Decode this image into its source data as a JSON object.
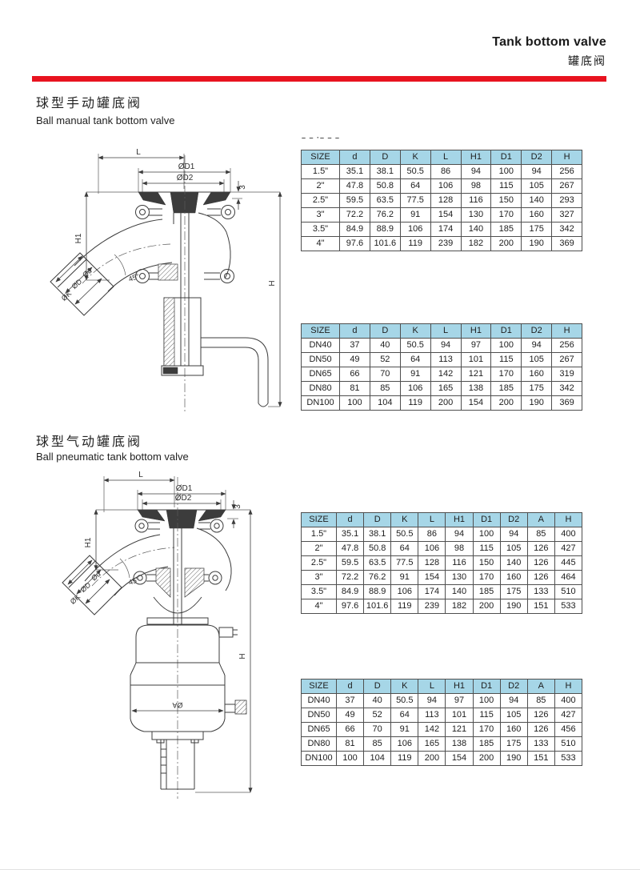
{
  "colors": {
    "accent_red": "#e8131f",
    "table_header_blue": "#a6d6e7",
    "line_gray": "#3c3c3c"
  },
  "header": {
    "title_en": "Tank bottom valve",
    "title_zh": "罐底阀"
  },
  "sections": {
    "manual": {
      "title_zh": "球型手动罐底阀",
      "title_en": "Ball manual tank bottom valve",
      "clipped_text": "– – ·– – –"
    },
    "pneumatic": {
      "title_zh": "球型气动罐底阀",
      "title_en": "Ball pneumatic tank bottom valve"
    }
  },
  "dims": {
    "L": "L",
    "OD1": "ØD1",
    "OD2": "ØD2",
    "t3": "3",
    "H1": "H1",
    "deg45": "45°",
    "Od": "Ød",
    "OD": "ØD",
    "OK": "ØK",
    "H": "H",
    "OA": "ØA"
  },
  "tables": [
    {
      "name": "manual-inch-sizes",
      "columns": [
        "SIZE",
        "d",
        "D",
        "K",
        "L",
        "H1",
        "D1",
        "D2",
        "H"
      ],
      "rows": [
        [
          "1.5\"",
          "35.1",
          "38.1",
          "50.5",
          "86",
          "94",
          "100",
          "94",
          "256"
        ],
        [
          "2\"",
          "47.8",
          "50.8",
          "64",
          "106",
          "98",
          "115",
          "105",
          "267"
        ],
        [
          "2.5\"",
          "59.5",
          "63.5",
          "77.5",
          "128",
          "116",
          "150",
          "140",
          "293"
        ],
        [
          "3\"",
          "72.2",
          "76.2",
          "91",
          "154",
          "130",
          "170",
          "160",
          "327"
        ],
        [
          "3.5\"",
          "84.9",
          "88.9",
          "106",
          "174",
          "140",
          "185",
          "175",
          "342"
        ],
        [
          "4\"",
          "97.6",
          "101.6",
          "119",
          "239",
          "182",
          "200",
          "190",
          "369"
        ]
      ]
    },
    {
      "name": "manual-dn-sizes",
      "columns": [
        "SIZE",
        "d",
        "D",
        "K",
        "L",
        "H1",
        "D1",
        "D2",
        "H"
      ],
      "rows": [
        [
          "DN40",
          "37",
          "40",
          "50.5",
          "94",
          "97",
          "100",
          "94",
          "256"
        ],
        [
          "DN50",
          "49",
          "52",
          "64",
          "113",
          "101",
          "115",
          "105",
          "267"
        ],
        [
          "DN65",
          "66",
          "70",
          "91",
          "142",
          "121",
          "170",
          "160",
          "319"
        ],
        [
          "DN80",
          "81",
          "85",
          "106",
          "165",
          "138",
          "185",
          "175",
          "342"
        ],
        [
          "DN100",
          "100",
          "104",
          "119",
          "200",
          "154",
          "200",
          "190",
          "369"
        ]
      ]
    },
    {
      "name": "pneumatic-inch-sizes",
      "columns": [
        "SIZE",
        "d",
        "D",
        "K",
        "L",
        "H1",
        "D1",
        "D2",
        "A",
        "H"
      ],
      "rows": [
        [
          "1.5\"",
          "35.1",
          "38.1",
          "50.5",
          "86",
          "94",
          "100",
          "94",
          "85",
          "400"
        ],
        [
          "2\"",
          "47.8",
          "50.8",
          "64",
          "106",
          "98",
          "115",
          "105",
          "126",
          "427"
        ],
        [
          "2.5\"",
          "59.5",
          "63.5",
          "77.5",
          "128",
          "116",
          "150",
          "140",
          "126",
          "445"
        ],
        [
          "3\"",
          "72.2",
          "76.2",
          "91",
          "154",
          "130",
          "170",
          "160",
          "126",
          "464"
        ],
        [
          "3.5\"",
          "84.9",
          "88.9",
          "106",
          "174",
          "140",
          "185",
          "175",
          "133",
          "510"
        ],
        [
          "4\"",
          "97.6",
          "101.6",
          "119",
          "239",
          "182",
          "200",
          "190",
          "151",
          "533"
        ]
      ]
    },
    {
      "name": "pneumatic-dn-sizes",
      "columns": [
        "SIZE",
        "d",
        "D",
        "K",
        "L",
        "H1",
        "D1",
        "D2",
        "A",
        "H"
      ],
      "rows": [
        [
          "DN40",
          "37",
          "40",
          "50.5",
          "94",
          "97",
          "100",
          "94",
          "85",
          "400"
        ],
        [
          "DN50",
          "49",
          "52",
          "64",
          "113",
          "101",
          "115",
          "105",
          "126",
          "427"
        ],
        [
          "DN65",
          "66",
          "70",
          "91",
          "142",
          "121",
          "170",
          "160",
          "126",
          "456"
        ],
        [
          "DN80",
          "81",
          "85",
          "106",
          "165",
          "138",
          "185",
          "175",
          "133",
          "510"
        ],
        [
          "DN100",
          "100",
          "104",
          "119",
          "200",
          "154",
          "200",
          "190",
          "151",
          "533"
        ]
      ]
    }
  ]
}
